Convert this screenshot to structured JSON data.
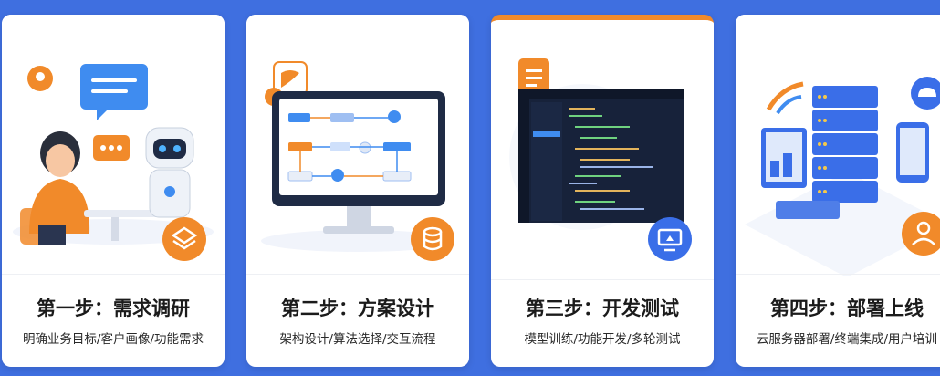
{
  "steps": [
    {
      "title": "第一步：需求调研",
      "subtitle": "明确业务目标/客户画像/功能需求",
      "icon": "layers-icon"
    },
    {
      "title": "第二步：方案设计",
      "subtitle": "架构设计/算法选择/交互流程",
      "icon": "database-icon"
    },
    {
      "title": "第三步：开发测试",
      "subtitle": "模型训练/功能开发/多轮测试",
      "icon": "monitor-icon"
    },
    {
      "title": "第四步：部署上线",
      "subtitle": "云服务器部署/终端集成/用户培训",
      "icon": "user-support-icon"
    }
  ],
  "colors": {
    "background": "#3f6fe0",
    "accent_orange": "#f18a2a",
    "accent_blue": "#3a6ee8"
  }
}
